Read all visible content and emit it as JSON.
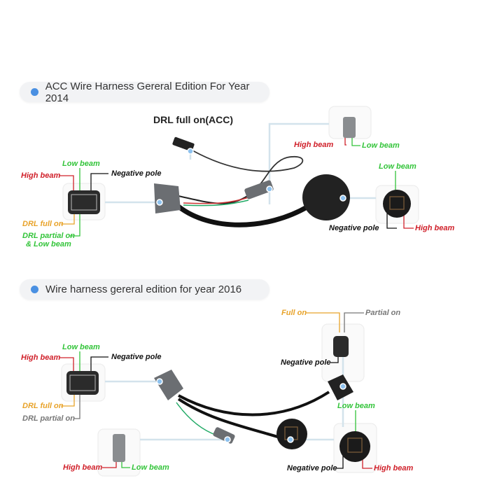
{
  "colors": {
    "accent_dot": "#4a90e2",
    "high_beam": "#d0202a",
    "low_beam": "#33c43a",
    "drl_full": "#e8a32a",
    "drl_partial": "#777777",
    "negative": "#111111"
  },
  "section_2014": {
    "title": "ACC Wire Harness Gereral Edition For Year 2014",
    "acc_label": "DRL full on(ACC)",
    "left_connector": {
      "high_beam": "High beam",
      "low_beam": "Low beam",
      "negative": "Negative pole",
      "drl_full": "DRL full on",
      "drl_partial": "DRL partial on",
      "drl_partial_2": "& Low beam"
    },
    "plug_connector": {
      "high_beam": "High beam",
      "low_beam": "Low beam"
    },
    "bulb_socket": {
      "low_beam": "Low beam",
      "negative": "Negative pole",
      "high_beam": "High beam"
    }
  },
  "section_2016": {
    "title": "Wire harness gereral edition for year 2016",
    "left_connector": {
      "high_beam": "High beam",
      "low_beam": "Low beam",
      "negative": "Negative pole",
      "drl_full": "DRL full on",
      "drl_partial": "DRL partial on"
    },
    "drl_connector": {
      "full_on": "Full on",
      "partial_on": "Partial on",
      "negative": "Negative pole"
    },
    "plug_connector": {
      "high_beam": "High beam",
      "low_beam": "Low beam"
    },
    "bulb_socket": {
      "low_beam": "Low beam",
      "negative": "Negative pole",
      "high_beam": "High beam"
    }
  }
}
